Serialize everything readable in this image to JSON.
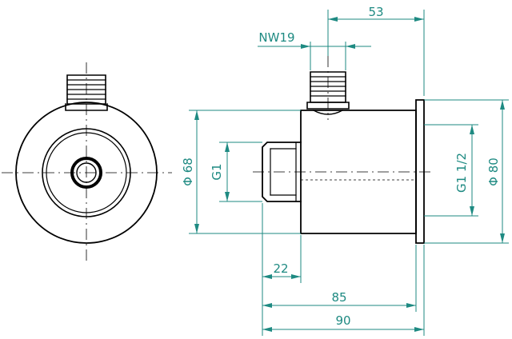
{
  "colors": {
    "outline": "#000000",
    "dimension": "#1e8a82",
    "background": "#ffffff"
  },
  "labels": {
    "dim_53": "53",
    "dim_nw19": "NW19",
    "dim_phi68": "Φ 68",
    "dim_g1": "G1",
    "dim_g1_half": "G1 1/2",
    "dim_phi80": "Φ 80",
    "dim_22": "22",
    "dim_85": "85",
    "dim_90": "90"
  }
}
